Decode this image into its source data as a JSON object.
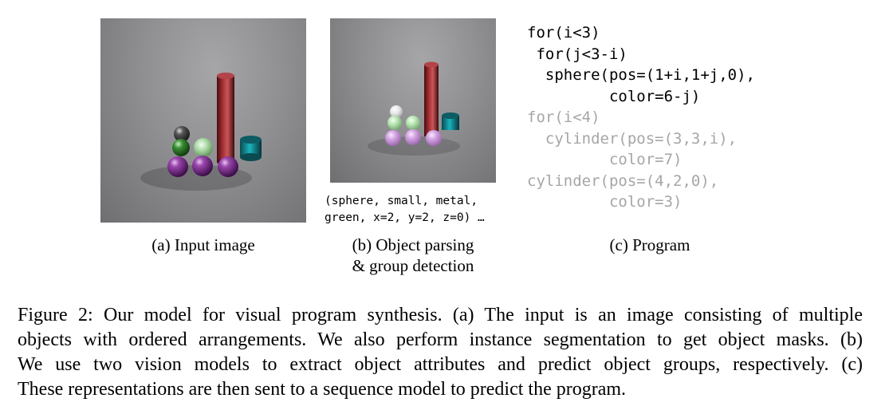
{
  "panels": {
    "a": {
      "caption": "(a) Input image"
    },
    "b": {
      "caption_line1": "(b) Object parsing",
      "caption_line2": "& group detection",
      "attribute_line1": "(sphere, small, metal,",
      "attribute_line2": "green, x=2, y=2, z=0) …"
    },
    "c": {
      "caption": "(c) Program",
      "program_lines": [
        {
          "text": "for(i<3)",
          "style": "dark"
        },
        {
          "text": " for(j<3-i)",
          "style": "dark"
        },
        {
          "text": "  sphere(pos=(1+i,1+j,0),",
          "style": "dark"
        },
        {
          "text": "         color=6-j)",
          "style": "dark"
        },
        {
          "text": "for(i<4)",
          "style": "gray"
        },
        {
          "text": "  cylinder(pos=(3,3,i),",
          "style": "gray"
        },
        {
          "text": "         color=7)",
          "style": "gray"
        },
        {
          "text": "cylinder(pos=(4,2,0),",
          "style": "gray"
        },
        {
          "text": "         color=3)",
          "style": "gray"
        }
      ]
    }
  },
  "figure_caption": {
    "lines": [
      "Figure 2: Our model for visual program synthesis. (a) The input is an image consisting of multiple",
      "objects with ordered arrangements. We also perform instance segmentation to get object masks. (b)",
      "We use two vision models to extract object attributes and predict object groups, respectively. (c)",
      "These representations are then sent to a sequence model to predict the program."
    ]
  },
  "colors": {
    "program_active": "#000000",
    "program_inactive": "#a6a6a6",
    "sphere_purple": "#7a2e8c",
    "sphere_green": "#2f7a2a",
    "sphere_gray": "#4a4a4a",
    "cylinder_red": "#8a1f22",
    "cylinder_cyan": "#138c96"
  }
}
